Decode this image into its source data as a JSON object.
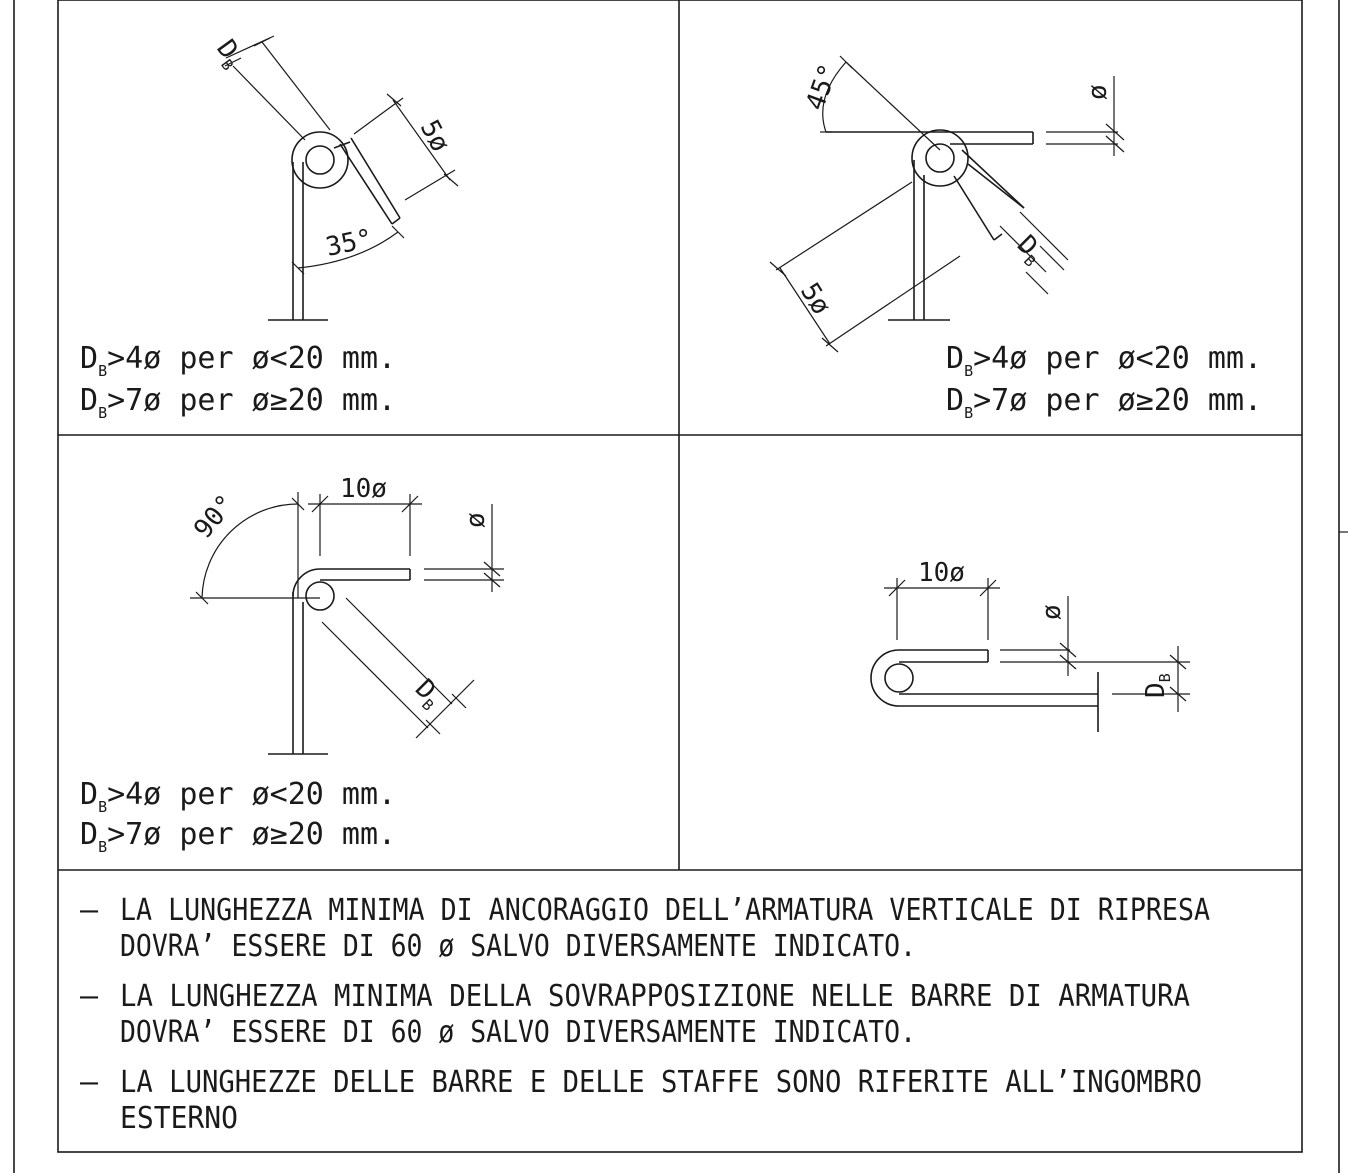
{
  "panels": [
    {
      "id": "hook-35",
      "angle_label": "35°",
      "length_label": "5ø",
      "diameter_label": "D",
      "diameter_sub": "B",
      "conditions": [
        {
          "d": "D",
          "sub": "B",
          "rest": ">4ø  per  ø<20  mm."
        },
        {
          "d": "D",
          "sub": "B",
          "rest": ">7ø  per  ø≥20  mm."
        }
      ]
    },
    {
      "id": "hook-45",
      "angle_label": "45°",
      "length_label": "5ø",
      "phi_label": "ø",
      "diameter_label": "D",
      "diameter_sub": "B",
      "conditions": [
        {
          "d": "D",
          "sub": "B",
          "rest": ">4ø  per  ø<20  mm."
        },
        {
          "d": "D",
          "sub": "B",
          "rest": ">7ø  per  ø≥20  mm."
        }
      ]
    },
    {
      "id": "hook-90",
      "angle_label": "90°",
      "length_label": "10ø",
      "phi_label": "ø",
      "diameter_label": "D",
      "diameter_sub": "B",
      "conditions": [
        {
          "d": "D",
          "sub": "B",
          "rest": ">4ø  per  ø<20  mm."
        },
        {
          "d": "D",
          "sub": "B",
          "rest": ">7ø  per  ø≥20  mm."
        }
      ]
    },
    {
      "id": "hook-180",
      "length_label": "10ø",
      "phi_label": "ø",
      "diameter_label": "D",
      "diameter_sub": "B"
    }
  ],
  "notes": [
    {
      "dash": "—",
      "line1": "LA LUNGHEZZA MINIMA DI ANCORAGGIO DELL’ARMATURA VERTICALE DI RIPRESA",
      "line2": "DOVRA’ ESSERE DI 60 ø SALVO DIVERSAMENTE INDICATO."
    },
    {
      "dash": "—",
      "line1": "LA LUNGHEZZA MINIMA DELLA SOVRAPPOSIZIONE NELLE BARRE DI ARMATURA",
      "line2": "DOVRA’ ESSERE DI 60 ø SALVO DIVERSAMENTE INDICATO."
    },
    {
      "dash": "—",
      "line1": "LA LUNGHEZZE DELLE BARRE E DELLE STAFFE SONO RIFERITE ALL’INGOMBRO",
      "line2": "ESTERNO"
    }
  ],
  "colors": {
    "line": "#1a1a1a",
    "background": "#ffffff"
  }
}
